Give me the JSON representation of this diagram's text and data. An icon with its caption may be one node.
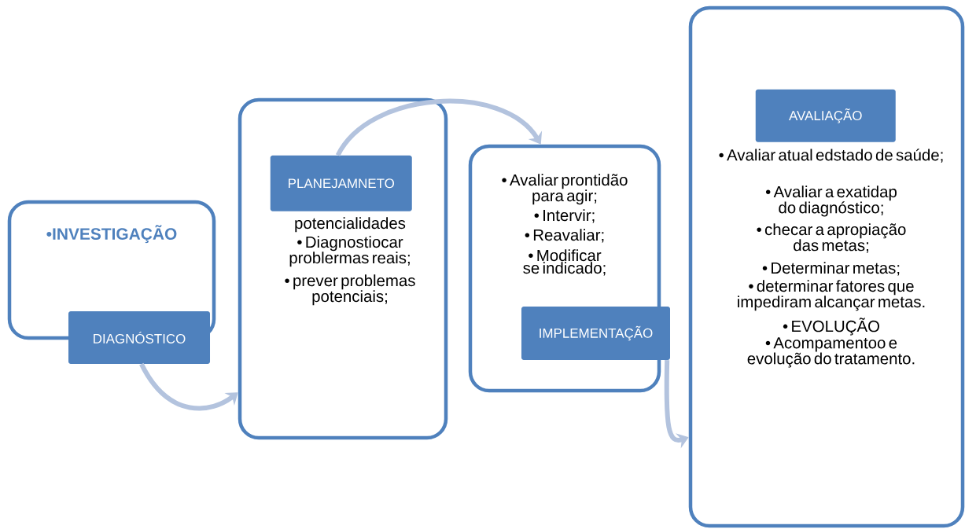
{
  "diagram": {
    "nodes": [
      {
        "text": [
          "•INVESTIGAÇÃO"
        ]
      },
      {
        "text": [
          "DIAGNÓSTICO"
        ]
      },
      {
        "text": [
          "potencialidades",
          "• Diagnostiocar problermas reais;",
          "• prever problemas potenciais;"
        ]
      },
      {
        "text": [
          "PLANEJAMNETO"
        ],
        "in": 2
      },
      {
        "text": [
          "• Avaliar prontidão para agir;",
          "• Intervir;",
          "• Reavaliar;",
          "• Modificar se indicado;"
        ]
      },
      {
        "text": [
          "IMPLEMENTAÇÃO"
        ]
      },
      {
        "text": [
          "• Avaliar atual edstado de saúde;",
          "• Avaliar a exatidap do diagnóstico;",
          "• checar a apropiação das metas;",
          "• Determinar metas;",
          "• determinar fatores que impediram alcançar metas.",
          "• EVOLUÇÃO",
          "• Acompamentoo e evolução do tratamento."
        ]
      },
      {
        "text": [
          "AVALIAÇÃO"
        ],
        "in": 6
      }
    ],
    "edges": [
      {
        "from": 1,
        "to": 2,
        "arrow": "to"
      },
      {
        "from": 3,
        "to": 4,
        "arrow": "to"
      },
      {
        "from": 5,
        "to": 6,
        "arrow": "to"
      }
    ]
  }
}
